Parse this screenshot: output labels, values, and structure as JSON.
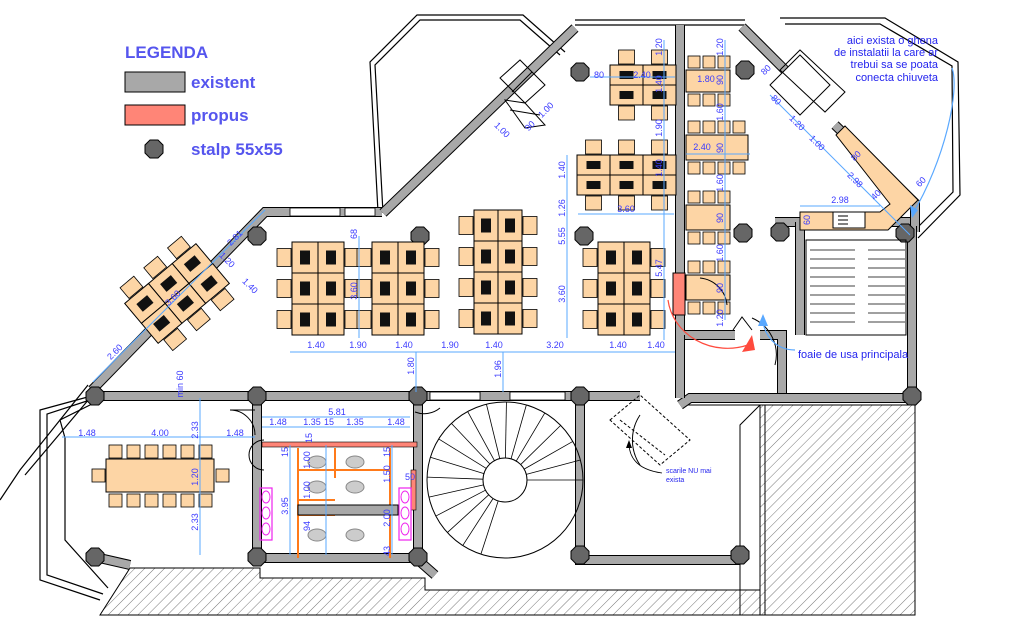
{
  "legend": {
    "title": "LEGENDA",
    "items": [
      {
        "label": "existent",
        "swatch_color": "#a8a8a8"
      },
      {
        "label": "propus",
        "swatch_color": "#ff8577"
      },
      {
        "label": "stalp 55x55",
        "swatch_color": "#666666"
      }
    ]
  },
  "notes": {
    "ghena": [
      "aici exista o ghena",
      "de instalatii la care ar",
      "trebui sa se poata",
      "conecta chiuveta"
    ],
    "door": "foaie de usa principala",
    "stairs": [
      "scarile NU mai",
      "exista"
    ]
  },
  "dimensions": {
    "top_stair": [
      "1.00",
      "90",
      "1.00"
    ],
    "top_group": [
      "80",
      "2.40",
      "1.80",
      "2.40"
    ],
    "center_vertical": [
      "1.20",
      "1.40",
      "1.90",
      "1.40",
      "5.47"
    ],
    "right_vertical": [
      "1.20",
      "90",
      "1.60",
      "90",
      "1.60",
      "90",
      "1.60",
      "90",
      "1.20"
    ],
    "left_vertical": [
      "1.40",
      "1.26",
      "5.55",
      "3.60",
      "3.60"
    ],
    "desk_row": [
      "1.40",
      "1.90",
      "1.40",
      "1.90",
      "1.40",
      "3.20",
      "1.40",
      "1.40"
    ],
    "desk_vertical": [
      "68",
      "3.60",
      "1.80",
      "1.96"
    ],
    "diagonal_cluster": [
      "2.81",
      "1.20",
      "1.40",
      "3.60",
      "2.60",
      "min 60"
    ],
    "conference": [
      "1.48",
      "4.00",
      "1.48",
      "2.33",
      "1.20",
      "2.33"
    ],
    "restroom": [
      "5.81",
      "1.48",
      "1.35",
      "15",
      "1.35",
      "1.48",
      "15",
      "15",
      "1.00",
      "1.00",
      "94",
      "3.95",
      "15",
      "1.50",
      "50",
      "2.00",
      "43"
    ],
    "kitchen": [
      "80",
      "80",
      "1.20",
      "1.00",
      "2.98",
      "2.98",
      "40",
      "80",
      "60",
      "60"
    ]
  },
  "colors": {
    "existing_wall": "#a8a8a8",
    "proposed_wall": "#ff8577",
    "furniture": "#fdd5a5",
    "dimension": "#59a8ff",
    "annotation": "#2424ee",
    "arrow_red": "#ff4a3d",
    "sink": "#ee22ee",
    "partition": "#ff7a1a"
  }
}
